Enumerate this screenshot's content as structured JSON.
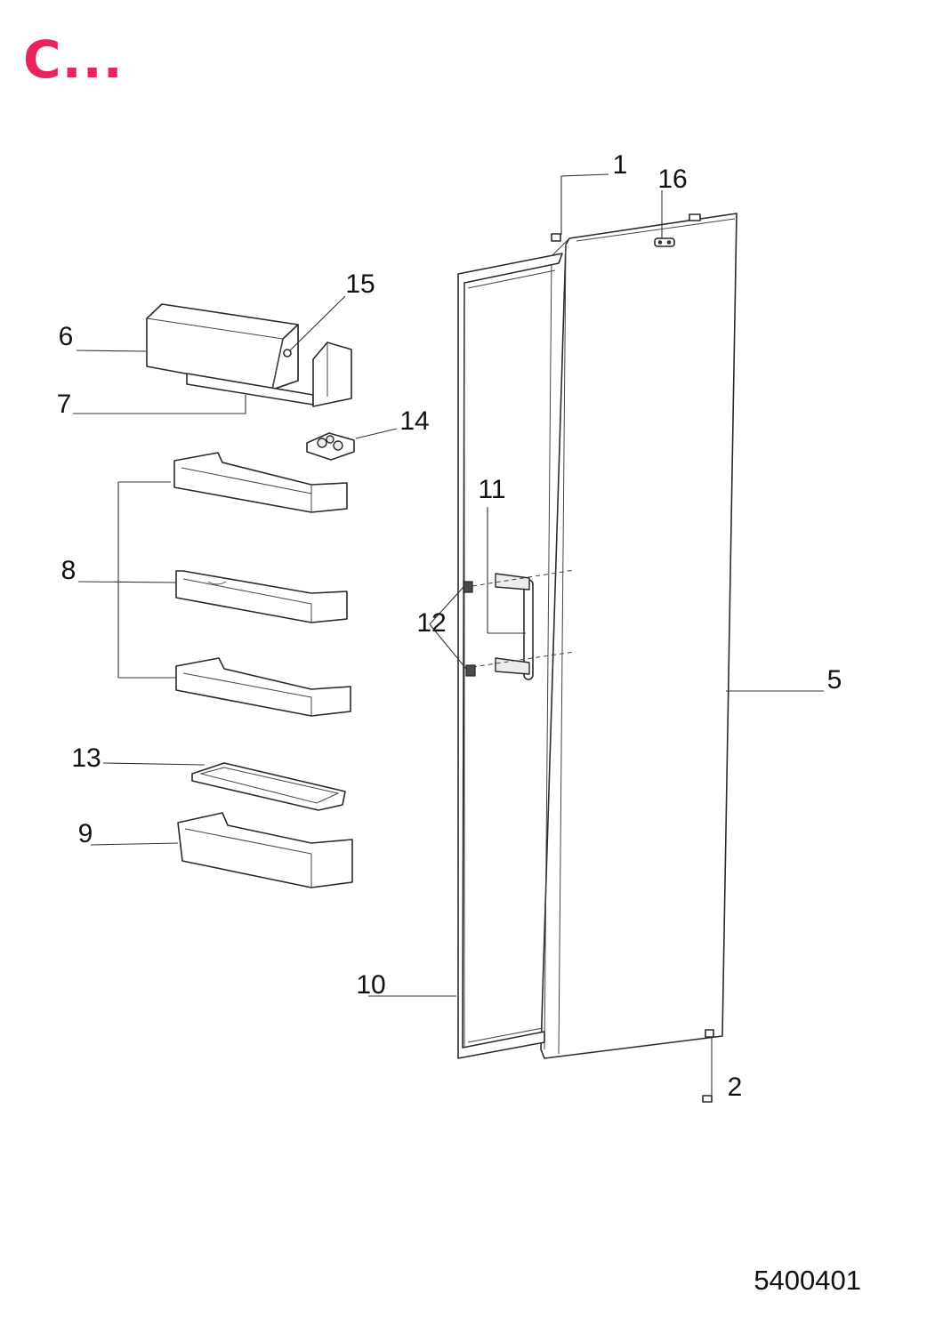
{
  "header": {
    "title": "C...",
    "accent_color": "#e8245a"
  },
  "diagram": {
    "callouts": [
      {
        "id": "1",
        "label": "1"
      },
      {
        "id": "2",
        "label": "2"
      },
      {
        "id": "5",
        "label": "5"
      },
      {
        "id": "6",
        "label": "6"
      },
      {
        "id": "7",
        "label": "7"
      },
      {
        "id": "8",
        "label": "8"
      },
      {
        "id": "9",
        "label": "9"
      },
      {
        "id": "10",
        "label": "10"
      },
      {
        "id": "11",
        "label": "11"
      },
      {
        "id": "12",
        "label": "12"
      },
      {
        "id": "13",
        "label": "13"
      },
      {
        "id": "14",
        "label": "14"
      },
      {
        "id": "15",
        "label": "15"
      },
      {
        "id": "16",
        "label": "16"
      }
    ]
  },
  "footer": {
    "drawing_number": "5400401"
  }
}
